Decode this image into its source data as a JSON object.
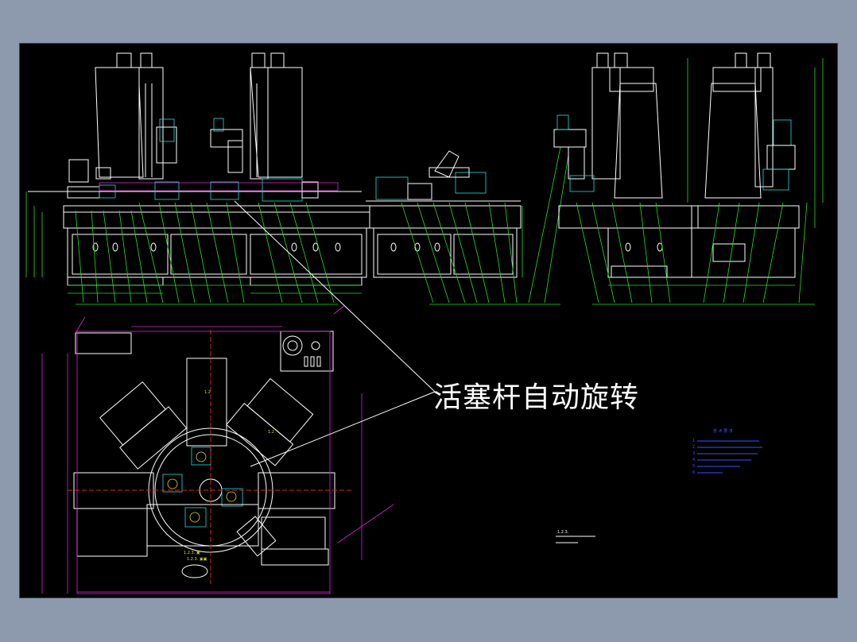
{
  "drawing": {
    "annotation": "活塞杆自动旋转",
    "notes_block": {
      "title": "技 术 要 求",
      "lines": [
        "1.",
        "2.",
        "3.",
        "4.",
        "5.",
        "6."
      ]
    },
    "small_label": "1.2.3.",
    "colors": {
      "background": "#000000",
      "outline": "#ffffff",
      "dimension": "#22dd22",
      "hidden": "#dd22dd",
      "part": "#22dddd",
      "note": "#3355ff",
      "label": "#dddd22"
    }
  }
}
